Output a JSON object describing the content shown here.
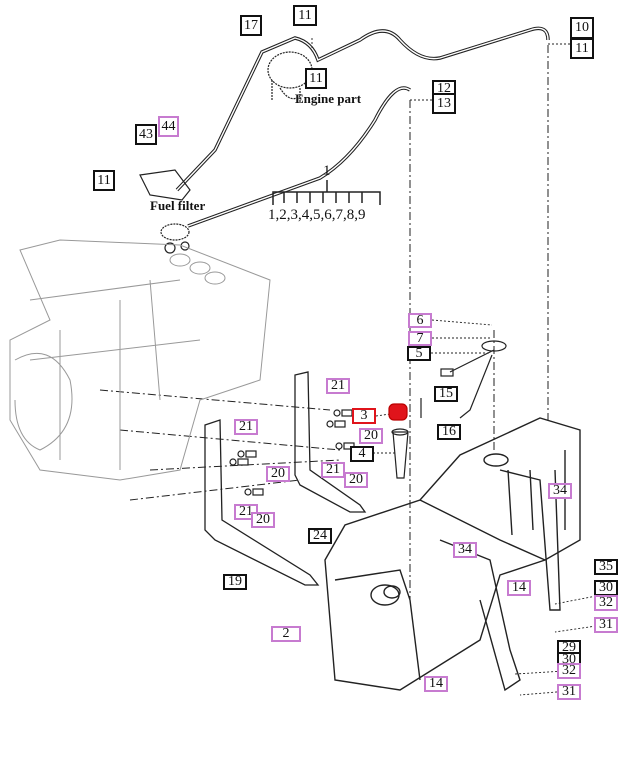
{
  "captions": {
    "engine_part": "Engine part",
    "fuel_filter": "Fuel filter"
  },
  "group": {
    "label": "1",
    "items": "1,2,3,4,5,6,7,8,9"
  },
  "colors": {
    "standard_box": "#111111",
    "highlight_box": "#c77bd0",
    "selected_box": "#e0141b",
    "selected_part": "#e0141b"
  },
  "labels": [
    {
      "num": "17",
      "style": "black"
    },
    {
      "num": "11",
      "style": "black"
    },
    {
      "num": "11",
      "style": "black"
    },
    {
      "num": "10",
      "style": "black"
    },
    {
      "num": "11",
      "style": "black"
    },
    {
      "num": "12",
      "style": "black"
    },
    {
      "num": "13",
      "style": "black"
    },
    {
      "num": "43",
      "style": "black"
    },
    {
      "num": "44",
      "style": "pink"
    },
    {
      "num": "11",
      "style": "black"
    },
    {
      "num": "6",
      "style": "pink"
    },
    {
      "num": "7",
      "style": "pink"
    },
    {
      "num": "5",
      "style": "black"
    },
    {
      "num": "15",
      "style": "black"
    },
    {
      "num": "16",
      "style": "black"
    },
    {
      "num": "21",
      "style": "pink"
    },
    {
      "num": "3",
      "style": "red"
    },
    {
      "num": "20",
      "style": "pink"
    },
    {
      "num": "4",
      "style": "black"
    },
    {
      "num": "21",
      "style": "pink"
    },
    {
      "num": "20",
      "style": "pink"
    },
    {
      "num": "21",
      "style": "pink"
    },
    {
      "num": "20",
      "style": "pink"
    },
    {
      "num": "21",
      "style": "pink"
    },
    {
      "num": "20",
      "style": "pink"
    },
    {
      "num": "24",
      "style": "black"
    },
    {
      "num": "19",
      "style": "black"
    },
    {
      "num": "34",
      "style": "pink"
    },
    {
      "num": "34",
      "style": "pink"
    },
    {
      "num": "14",
      "style": "pink"
    },
    {
      "num": "35",
      "style": "black"
    },
    {
      "num": "30",
      "style": "black"
    },
    {
      "num": "32",
      "style": "pink"
    },
    {
      "num": "31",
      "style": "pink"
    },
    {
      "num": "29",
      "style": "black"
    },
    {
      "num": "30",
      "style": "black"
    },
    {
      "num": "32",
      "style": "pink"
    },
    {
      "num": "31",
      "style": "pink"
    },
    {
      "num": "2",
      "style": "pink"
    },
    {
      "num": "14",
      "style": "pink"
    }
  ]
}
